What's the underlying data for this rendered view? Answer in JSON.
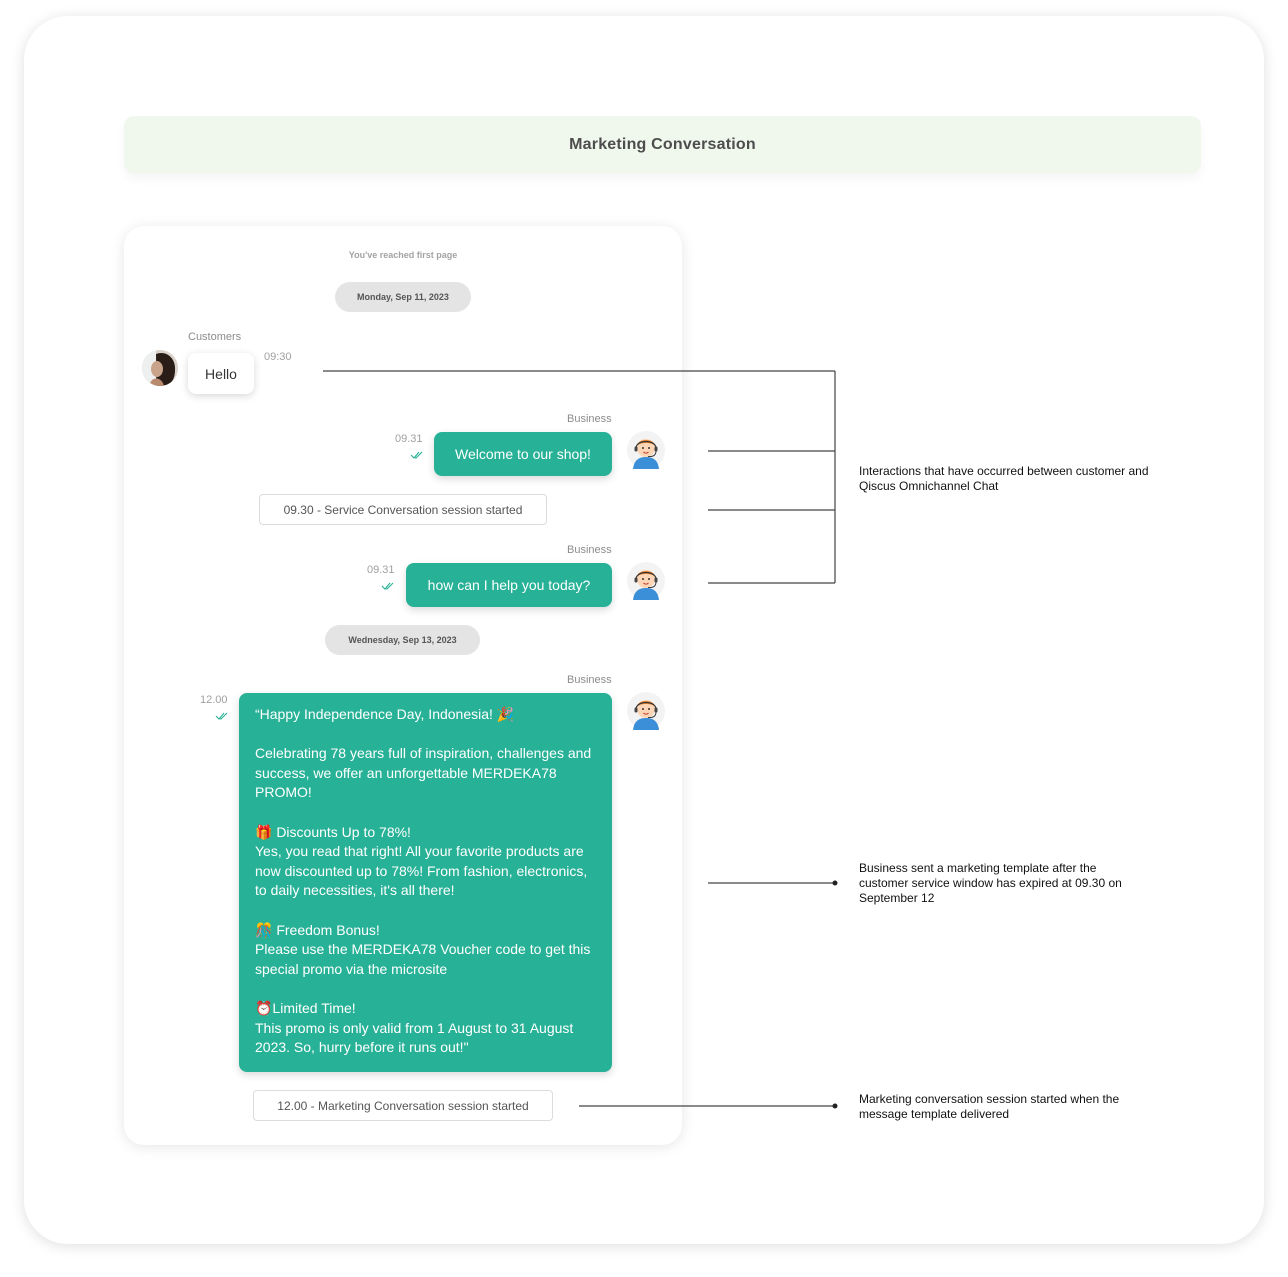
{
  "header": {
    "title": "Marketing Conversation"
  },
  "chat": {
    "first_page_notice": "You've reached first page",
    "date_1": "Monday, Sep 11, 2023",
    "date_2": "Wednesday, Sep 13, 2023",
    "customer_label": "Customers",
    "business_label": "Business",
    "messages": [
      {
        "sender": "customer",
        "text": "Hello",
        "time": "09:30"
      },
      {
        "sender": "business",
        "text": "Welcome to our shop!",
        "time": "09.31",
        "status": "read"
      },
      {
        "sender": "business",
        "text": "how can I help you today?",
        "time": "09.31",
        "status": "read"
      },
      {
        "sender": "business",
        "time": "12.00",
        "status": "read",
        "text": "“Happy Independence Day, Indonesia! 🎉\n\nCelebrating 78 years full of inspiration, challenges and success, we offer an unforgettable MERDEKA78 PROMO!\n\n🎁 Discounts Up to 78%!\nYes, you read that right! All your favorite products are now discounted up to 78%! From fashion, electronics, to daily necessities, it's all there!\n\n🎊 Freedom Bonus!\nPlease use the MERDEKA78 Voucher code to get this special promo via the microsite\n\n⏰Limited Time!\nThis promo is only valid from 1 August to 31 August 2023. So, hurry before it runs out!\""
      }
    ],
    "session_1": "09.30 - Service Conversation session started",
    "session_2": "12.00 - Marketing Conversation session started"
  },
  "annotations": {
    "note_1": "Interactions that have occurred between customer and Qiscus Omnichannel Chat",
    "note_2": "Business sent a marketing template after the customer service window has expired at 09.30 on September 12",
    "note_3": "Marketing conversation session started when the message template delivered"
  },
  "colors": {
    "bubble_business": "#27b196",
    "header_bg": "#f0f8ee",
    "read_check": "#27b196"
  }
}
